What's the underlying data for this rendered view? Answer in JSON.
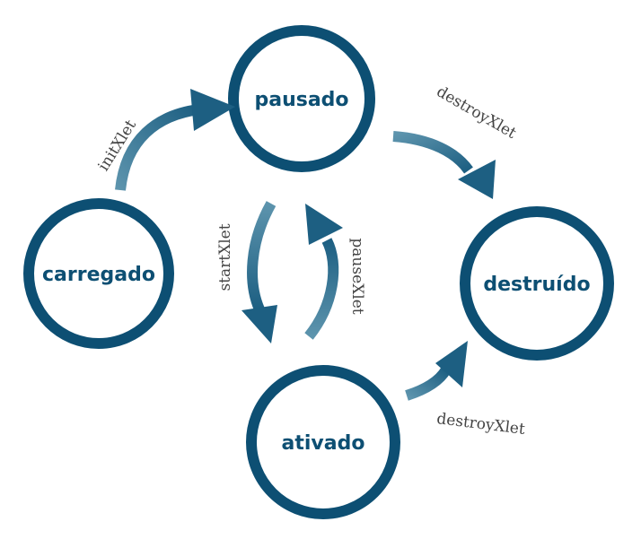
{
  "colors": {
    "primary": "#0d4f73",
    "arrow": "#1d5f82",
    "arrow_light": "#5d94ad",
    "label": "#444444"
  },
  "states": {
    "pausado": "pausado",
    "carregado": "carregado",
    "destruido": "destruído",
    "ativado": "ativado"
  },
  "transitions": {
    "init": "initXlet",
    "destroy_from_paused": "destroyXlet",
    "start": "startXlet",
    "pause": "pauseXlet",
    "destroy_from_active": "destroyXlet"
  }
}
